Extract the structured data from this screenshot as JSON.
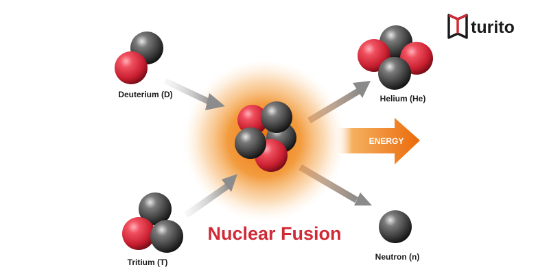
{
  "title": "Nuclear Fusion",
  "brand": {
    "name": "turito",
    "icon": "open-book-icon"
  },
  "energy_label": "ENERGY",
  "labels": {
    "deuterium": "Deuterium (D)",
    "tritium": "Tritium (T)",
    "helium": "Helium (He)",
    "neutron": "Neutron (n)"
  },
  "colors": {
    "proton": "#d7283a",
    "neutron": "#3a3a3a",
    "glow": "#f08a1c",
    "arrow_in": "#9a9a9a",
    "arrow_out": "#8a7a6a",
    "energy_arrow": "#ee7a12",
    "title": "#d02a36"
  }
}
